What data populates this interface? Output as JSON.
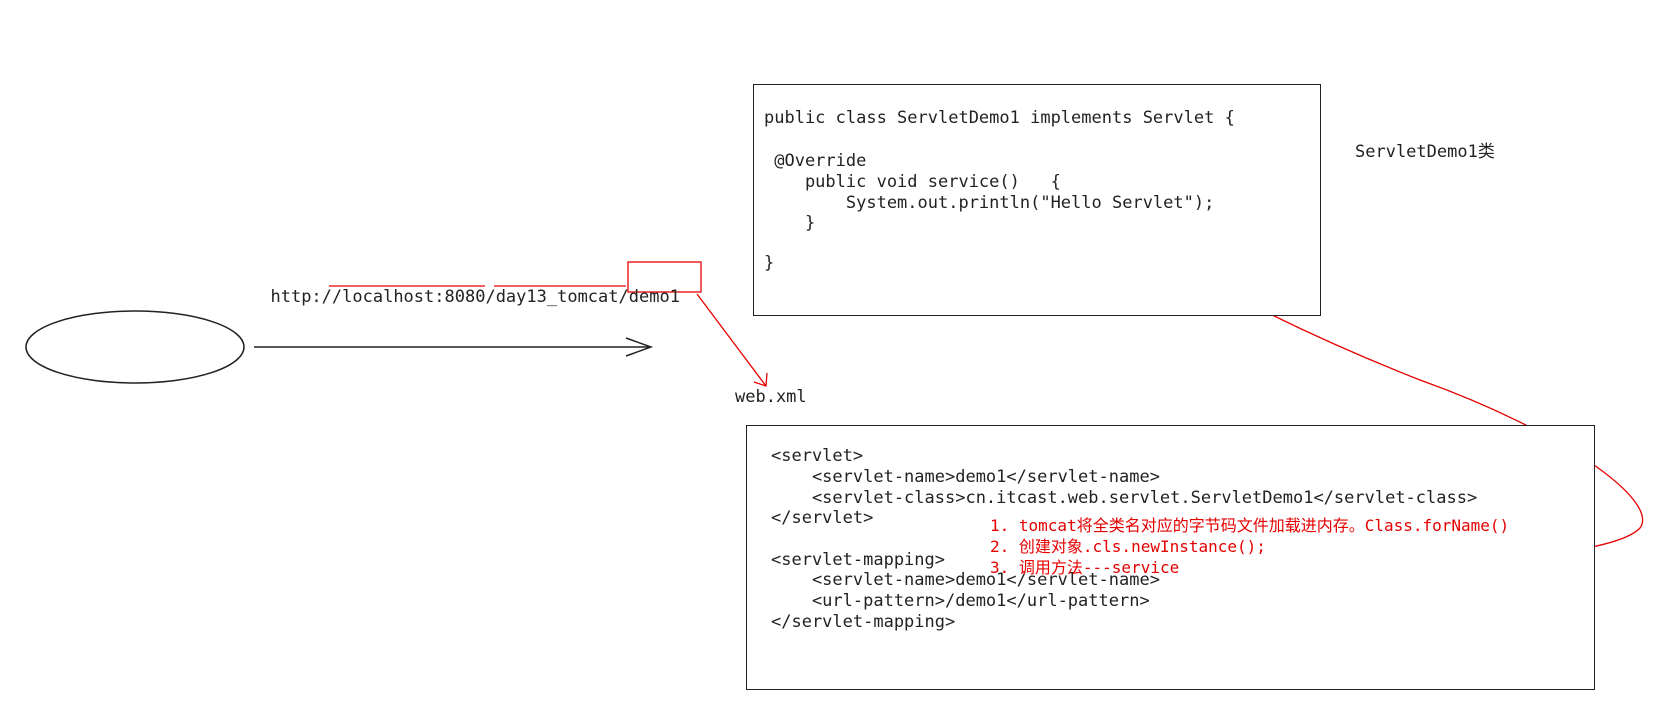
{
  "colors": {
    "annotation": "#e60000",
    "ink": "#222222"
  },
  "url": {
    "scheme": "http://",
    "host": "localhost:8080",
    "sep1": "/",
    "context": "day13_tomcat",
    "sep2": "/",
    "path": "demo1"
  },
  "class_label": "ServletDemo1类",
  "webxml_label": "web.xml",
  "servlet_code": [
    "public class ServletDemo1 implements Servlet {",
    " @Override",
    "    public void service()   {",
    "        System.out.println(\"Hello Servlet\");",
    "    }",
    "}"
  ],
  "webxml_code": [
    "<servlet>",
    "    <servlet-name>demo1</servlet-name>",
    "    <servlet-class>cn.itcast.web.servlet.ServletDemo1</servlet-class>",
    "</servlet>",
    "<servlet-mapping>",
    "    <servlet-name>demo1</servlet-name>",
    "    <url-pattern>/demo1</url-pattern>",
    "</servlet-mapping>"
  ],
  "steps": [
    "1. tomcat将全类名对应的字节码文件加载进内存。Class.forName()",
    "2. 创建对象.cls.newInstance();",
    "3. 调用方法---service"
  ]
}
